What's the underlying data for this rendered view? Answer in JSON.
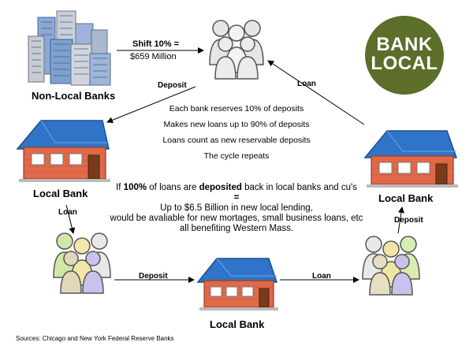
{
  "logo": {
    "line1": "BANK",
    "line2": "LOCAL"
  },
  "shift": {
    "label": "Shift 10% =",
    "amount": "$659 Million"
  },
  "nodes": {
    "non_local_banks": "Non-Local Banks",
    "local_bank_left": "Local Bank",
    "local_bank_right": "Local Bank",
    "local_bank_bottom": "Local Bank"
  },
  "edges": {
    "deposit_top": "Deposit",
    "loan_top": "Loan",
    "loan_left": "Loan",
    "deposit_right": "Deposit",
    "deposit_bottom": "Deposit",
    "loan_bottom": "Loan"
  },
  "cycle_steps": [
    "Each bank reserves 10% of deposits",
    "Makes new loans up to 90% of deposits",
    "Loans count as new reservable deposits",
    "The cycle repeats"
  ],
  "summary": {
    "prefix": "If ",
    "pct": "100%",
    "middle": " of loans are ",
    "deposited": "deposited",
    "suffix": " back in local banks and cu's",
    "equals": "=",
    "line3": "Up to $6.5 Billion in new local lending,",
    "line4": "would be avaliable for new mortages, small business loans, etc",
    "line5": "all benefiting Western Mass."
  },
  "source": "Sources:  Chicago and New York Federal Reserve Banks"
}
